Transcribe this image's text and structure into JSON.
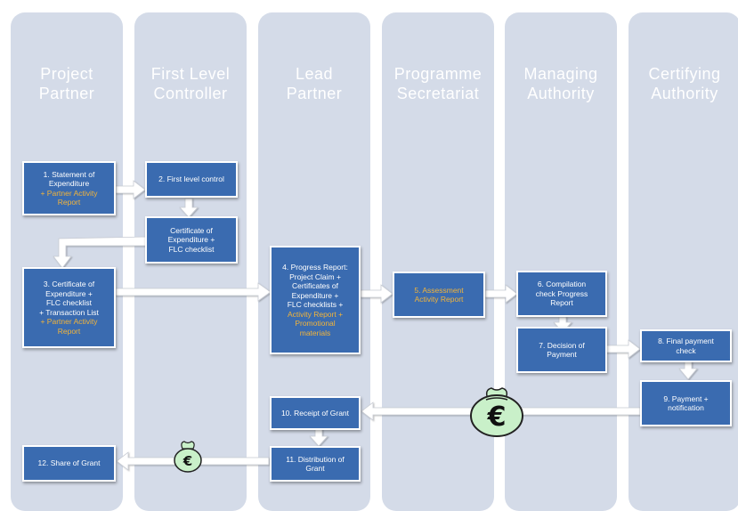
{
  "lanes": [
    {
      "line1": "Project",
      "line2": "Partner"
    },
    {
      "line1": "First Level",
      "line2": "Controller"
    },
    {
      "line1": "Lead",
      "line2": "Partner"
    },
    {
      "line1": "Programme",
      "line2": "Secretariat"
    },
    {
      "line1": "Managing",
      "line2": "Authority"
    },
    {
      "line1": "Certifying",
      "line2": "Authority"
    }
  ],
  "boxes": {
    "b1": {
      "l1": "1. Statement of",
      "l2": "Expenditure",
      "l3": "+ Partner Activity",
      "l4": "Report"
    },
    "b2": {
      "l1": "2. First level control"
    },
    "b2b": {
      "l1": "Certificate of",
      "l2": "Expenditure +",
      "l3": "FLC checklist"
    },
    "b3": {
      "l1": "3. Certificate of",
      "l2": "Expenditure +",
      "l3": "FLC checklist",
      "l4": "+ Transaction List",
      "l5": "+ Partner Activity",
      "l6": "Report"
    },
    "b4": {
      "l1": "4. Progress Report:",
      "l2": "Project Claim  +",
      "l3": "Certificates of",
      "l4": "Expenditure +",
      "l5": "FLC checklists +",
      "l6": "Activity Report +",
      "l7": "Promotional",
      "l8": "materials"
    },
    "b5": {
      "l1": "5. Assessment",
      "l2": "Activity Report"
    },
    "b6": {
      "l1": "6. Compilation",
      "l2": "check Progress",
      "l3": "Report"
    },
    "b7": {
      "l1": "7. Decision of",
      "l2": "Payment"
    },
    "b8": {
      "l1": "8. Final payment",
      "l2": "check"
    },
    "b9": {
      "l1": "9. Payment +",
      "l2": "notification"
    },
    "b10": {
      "l1": "10. Receipt of Grant"
    },
    "b11": {
      "l1": "11. Distribution of",
      "l2": "Grant"
    },
    "b12": {
      "l1": "12. Share of Grant"
    }
  },
  "icons": {
    "money_bag_large": "money-bag-euro-icon",
    "money_bag_small": "money-bag-euro-icon",
    "euro_symbol": "€",
    "accent_color": "#3a6bb0",
    "highlight_color": "#f2b43a",
    "lane_color": "#d4dbe8",
    "bag_color": "#c9f0c9"
  }
}
